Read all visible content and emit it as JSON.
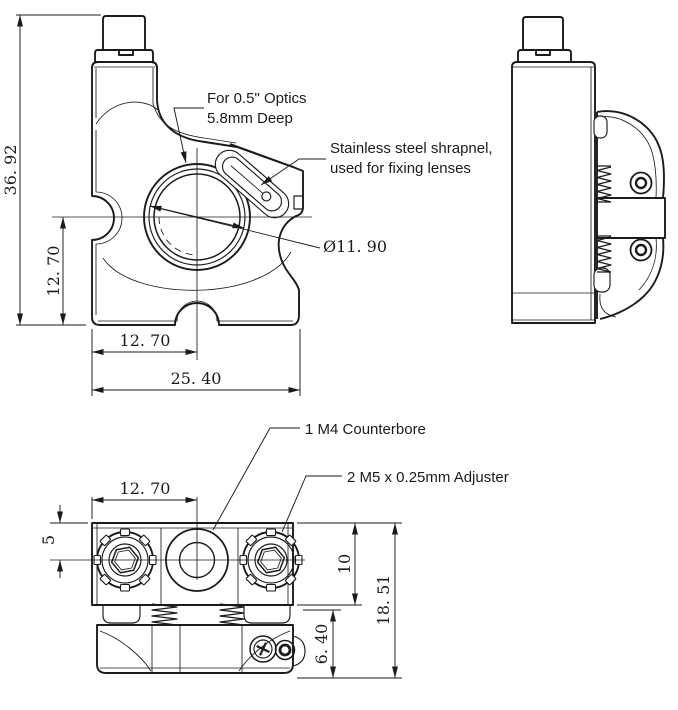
{
  "annotations": {
    "optics_line1": "For 0.5\" Optics",
    "optics_line2": "5.8mm Deep",
    "shrapnel_line1": "Stainless steel shrapnel,",
    "shrapnel_line2": "used for fixing lenses",
    "counterbore": "1 M4 Counterbore",
    "adjuster": "2 M5 x 0.25mm Adjuster"
  },
  "dimensions": {
    "overall_height": "36. 92",
    "center_to_bottom": "12. 70",
    "center_to_left": "12. 70",
    "overall_width": "25. 40",
    "bore_diameter": "Ø11. 90",
    "bottom_center_width": "12. 70",
    "adjuster_offset": "5",
    "block_thickness": "10",
    "base_thickness": "6. 40",
    "total_thickness": "18. 51"
  },
  "colors": {
    "line": "#1b1b1b",
    "background": "#ffffff"
  }
}
